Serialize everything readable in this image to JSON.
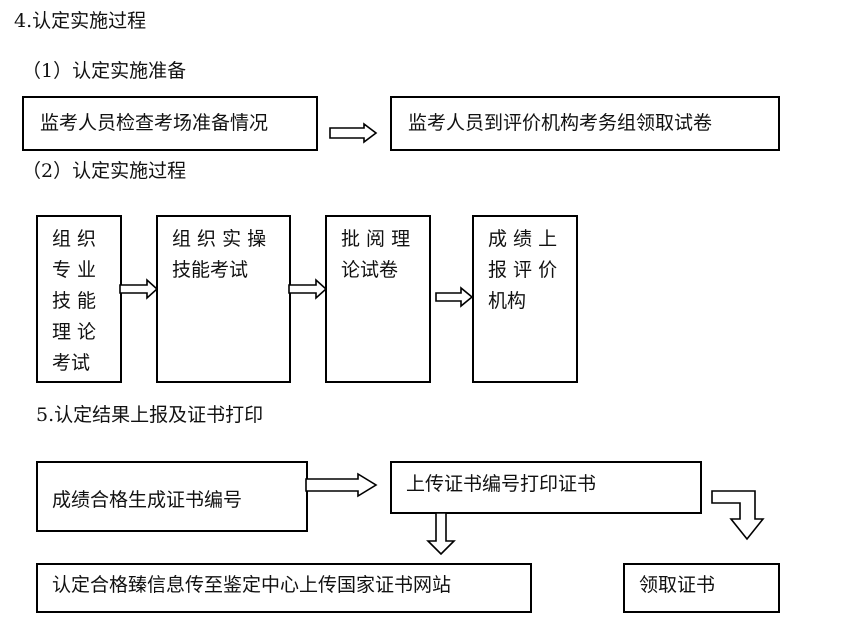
{
  "section4": {
    "title": "4.认定实施过程",
    "sub1": {
      "title": "（1）认定实施准备",
      "steps": [
        "监考人员检查考场准备情况",
        "监考人员到评价机构考务组领取试卷"
      ]
    },
    "sub2": {
      "title": "（2）认定实施过程",
      "steps": [
        "组 织\n专 业\n技 能\n理 论\n考试",
        "组 织 实 操\n技能考试",
        "批 阅 理\n论试卷",
        "成 绩 上\n报 评 价\n机构"
      ]
    }
  },
  "section5": {
    "title": "5.认定结果上报及证书打印",
    "steps": {
      "generate": "成绩合格生成证书编号",
      "print": "上传证书编号打印证书",
      "upload": "认定合格臻信息传至鉴定中心上传国家证书网站",
      "collect": "领取证书"
    }
  }
}
